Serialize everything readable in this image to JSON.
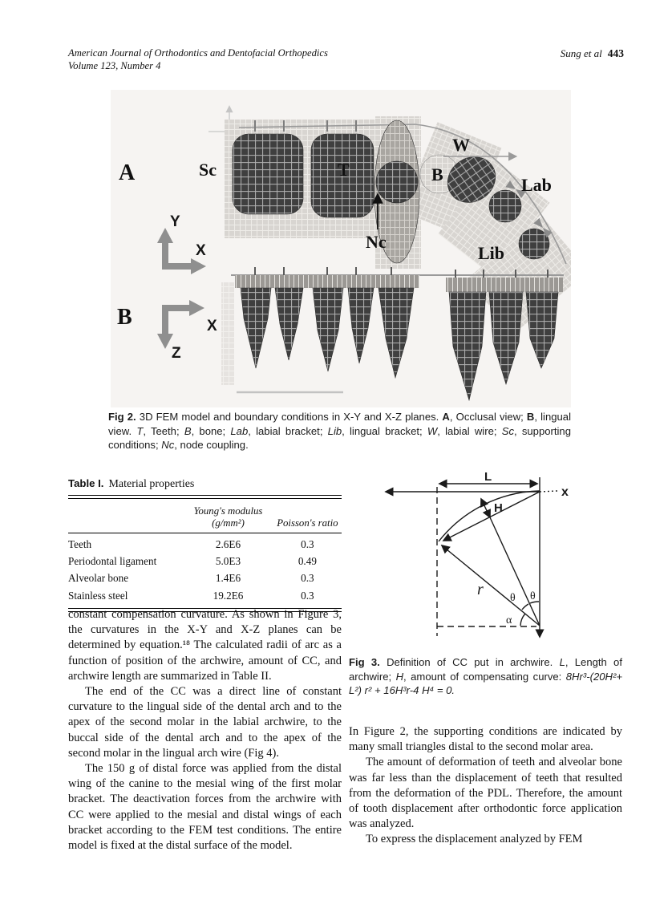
{
  "header": {
    "journal_line1": "American Journal of Orthodontics and Dentofacial Orthopedics",
    "journal_line2": "Volume 123, Number 4",
    "author": "Sung et al",
    "page_number": "443"
  },
  "figure2": {
    "panel_a": "A",
    "panel_b": "B",
    "label_sc": "Sc",
    "label_t": "T",
    "label_b": "B",
    "label_w": "W",
    "label_lab": "Lab",
    "label_lib": "Lib",
    "label_nc": "Nc",
    "axis_a_y": "Y",
    "axis_a_x": "X",
    "axis_b_x": "X",
    "axis_b_z": "Z",
    "caption": [
      {
        "t": "Fig 2.",
        "s": "b"
      },
      {
        "t": " 3D FEM model and boundary conditions in X-Y and X-Z planes. "
      },
      {
        "t": "A",
        "s": "b"
      },
      {
        "t": ", Occlusal view; "
      },
      {
        "t": "B",
        "s": "b"
      },
      {
        "t": ", lingual view. "
      },
      {
        "t": "T",
        "s": "i"
      },
      {
        "t": ", Teeth; "
      },
      {
        "t": "B",
        "s": "i"
      },
      {
        "t": ", bone; "
      },
      {
        "t": "Lab",
        "s": "i"
      },
      {
        "t": ", labial bracket; "
      },
      {
        "t": "Lib",
        "s": "i"
      },
      {
        "t": ", lingual bracket; "
      },
      {
        "t": "W",
        "s": "i"
      },
      {
        "t": ", labial wire; "
      },
      {
        "t": "Sc",
        "s": "i"
      },
      {
        "t": ", supporting conditions; "
      },
      {
        "t": "Nc",
        "s": "i"
      },
      {
        "t": ", node coupling."
      }
    ]
  },
  "table1": {
    "title_label": "Table I.",
    "title_text": "Material properties",
    "header_col2_line1": "Young's modulus",
    "header_col2_line2": "(g/mm²)",
    "header_col3": "Poisson's ratio",
    "rows": [
      {
        "material": "Teeth",
        "modulus": "2.6E6",
        "ratio": "0.3"
      },
      {
        "material": "Periodontal ligament",
        "modulus": "5.0E3",
        "ratio": "0.49"
      },
      {
        "material": "Alveolar bone",
        "modulus": "1.4E6",
        "ratio": "0.3"
      },
      {
        "material": "Stainless steel",
        "modulus": "19.2E6",
        "ratio": "0.3"
      }
    ]
  },
  "figure3": {
    "label_L": "L",
    "label_x": "x",
    "label_H": "H",
    "label_r": "r",
    "label_theta_left": "θ",
    "label_theta_right": "θ",
    "label_alpha": "α",
    "caption": [
      {
        "t": "Fig 3.",
        "s": "b"
      },
      {
        "t": " Definition of CC put in archwire. "
      },
      {
        "t": "L",
        "s": "i"
      },
      {
        "t": ", Length of archwire; "
      },
      {
        "t": "H",
        "s": "i"
      },
      {
        "t": ", amount of compensating curve: "
      },
      {
        "t": "8Hr³-(20H²+ L²) r² + 16H³r-4 H⁴ = 0.",
        "s": "i"
      }
    ]
  },
  "left_column": {
    "p1": "constant compensation curvature. As shown in Figure 3, the curvatures in the X-Y and X-Z planes can be determined by equation.¹⁸ The calculated radii of arc as a function of position of the archwire, amount of CC, and archwire length are summarized in Table II.",
    "p2": "The end of the CC was a direct line of constant curvature to the lingual side of the dental arch and to the apex of the second molar in the labial archwire, to the buccal side of the dental arch and to the apex of the second molar in the lingual arch wire (Fig 4).",
    "p3": "The 150 g of distal force was applied from the distal wing of the canine to the mesial wing of the first molar bracket. The deactivation forces from the archwire with CC were applied to the mesial and distal wings of each bracket according to the FEM test conditions. The entire model is fixed at the distal surface of the model."
  },
  "right_column": {
    "p1": "In Figure 2, the supporting conditions are indicated by many small triangles distal to the second molar area.",
    "p2": "The amount of deformation of teeth and alveolar bone was far less than the displacement of teeth that resulted from the deformation of the PDL. Therefore, the amount of tooth displacement after orthodontic force application was analyzed.",
    "p3": "To express the displacement analyzed by FEM"
  }
}
